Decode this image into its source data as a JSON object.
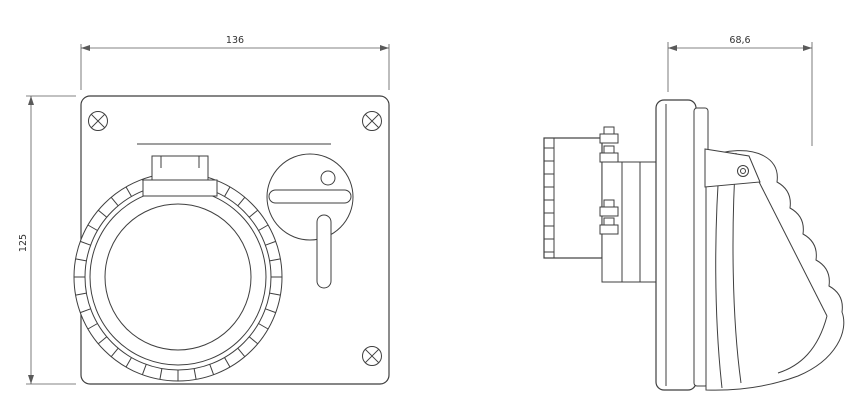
{
  "drawing": {
    "dimensions": {
      "front_width": "136",
      "front_height": "125",
      "side_depth": "68,6"
    },
    "colors": {
      "line": "#3f3f3f",
      "background": "#ffffff"
    }
  }
}
